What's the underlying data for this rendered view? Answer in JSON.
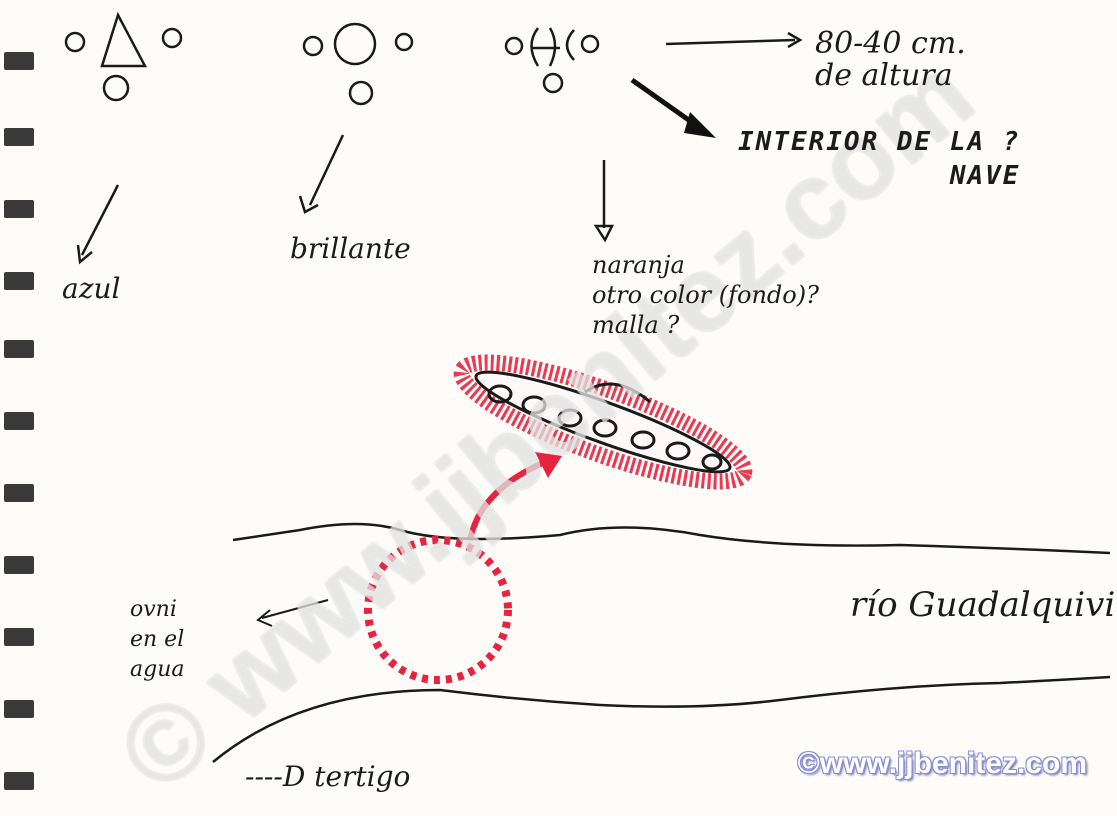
{
  "labels": {
    "shape_1": "azul",
    "shape_2": "brillante",
    "shape_3": "naranja\notro color (fondo)?\nmalla ?",
    "height": "80-40 cm.\nde altura",
    "interior": "INTERIOR DE LA ?\nNAVE",
    "ovni_agua": "ovni\nen el\nagua",
    "rio": "río Guadalquivir",
    "tertigo": "----D tertigo"
  },
  "watermark": {
    "corner": "©www.jjbenitez.com",
    "diagonal": "© www.jjbenitez.com"
  },
  "colors": {
    "ink": "#1a1a1a",
    "red": "#e8233f",
    "watermark_outline": "#8a8fd0",
    "binding": "#3a3a3a"
  }
}
